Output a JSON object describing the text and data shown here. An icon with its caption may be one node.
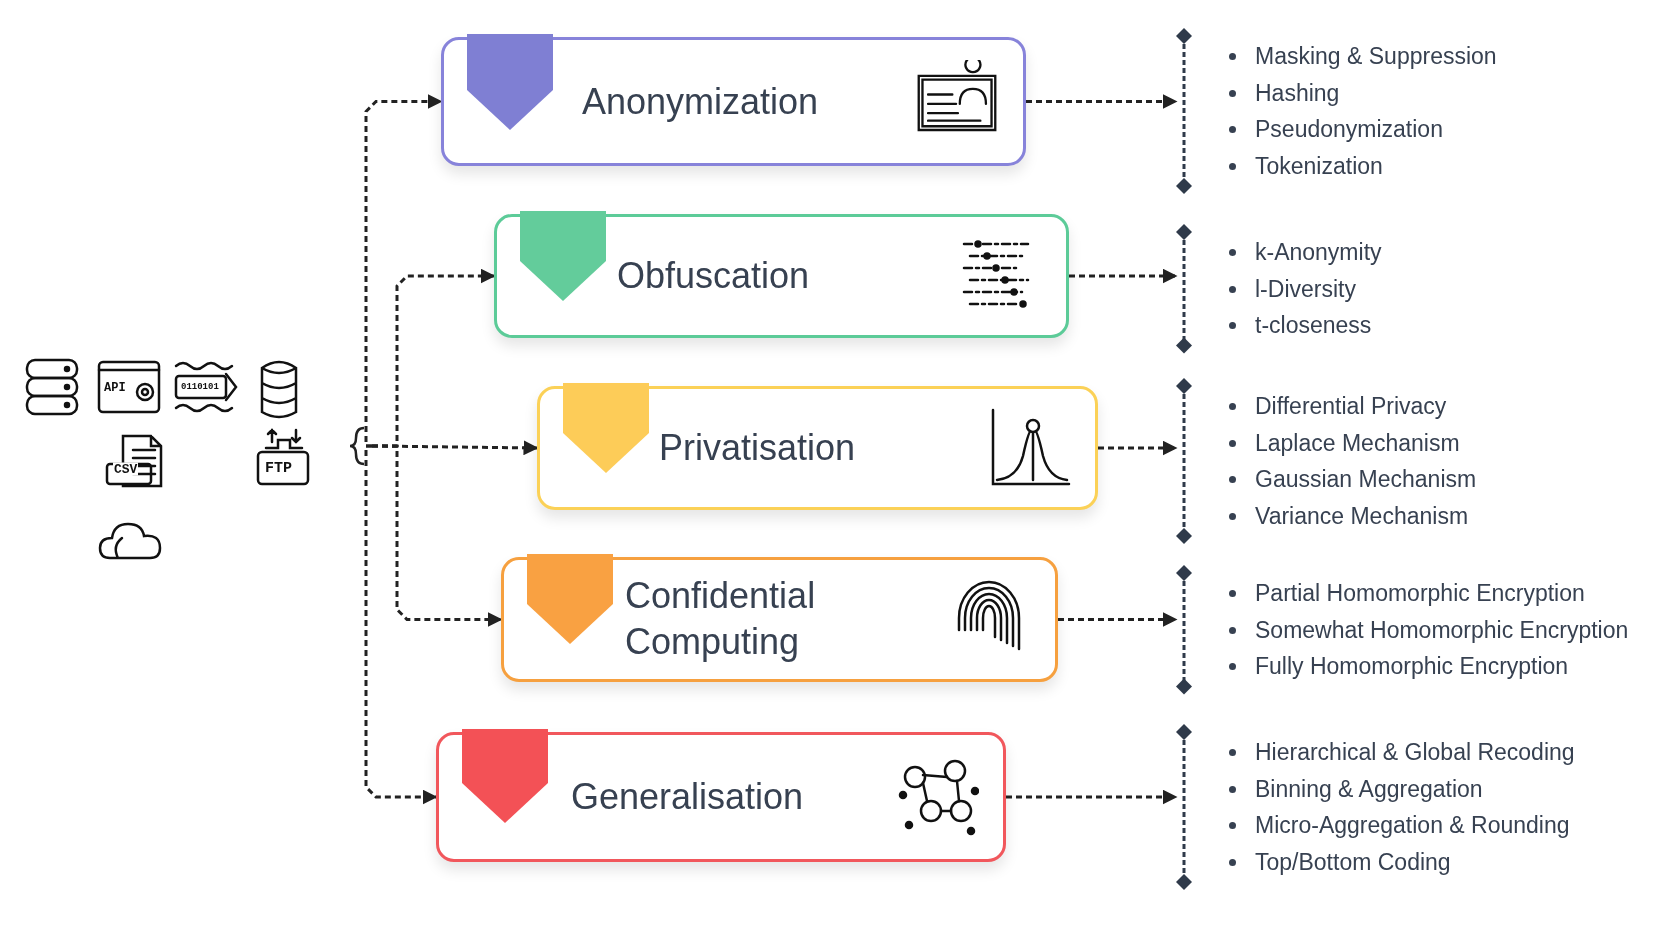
{
  "diagram": {
    "nodes": [
      {
        "text": [
          "Anonymization"
        ]
      },
      {
        "text": [
          "Masking & Suppression",
          "Hashing",
          "Pseudonymization",
          "Tokenization"
        ]
      },
      {
        "text": [
          "Obfuscation"
        ]
      },
      {
        "text": [
          "k-Anonymity",
          "l-Diversity",
          "t-closeness"
        ]
      },
      {
        "text": [
          "Privatisation"
        ]
      },
      {
        "text": [
          "Differential Privacy",
          "Laplace Mechanism",
          "Gaussian Mechanism",
          "Variance Mechanism"
        ]
      },
      {
        "text": [
          "Confidential Computing"
        ]
      },
      {
        "text": [
          "Partial Homomorphic Encryption",
          "Somewhat Homomorphic Encryption",
          "Fully Homomorphic Encryption"
        ]
      },
      {
        "text": [
          "Generalisation"
        ]
      },
      {
        "text": [
          "Hierarchical & Global Recoding",
          "Binning & Aggregation",
          "Micro-Aggregation & Rounding",
          "Top/Bottom Coding"
        ]
      },
      {
        "text": [],
        "shape": "ribbon",
        "in": 0
      },
      {
        "text": [],
        "shape": "ribbon",
        "in": 2
      },
      {
        "text": [],
        "shape": "ribbon",
        "in": 4
      },
      {
        "text": [],
        "shape": "ribbon",
        "in": 6
      },
      {
        "text": [],
        "shape": "ribbon",
        "in": 8
      }
    ],
    "edges": [
      {
        "from": null,
        "to": 0,
        "arrow": "to",
        "style": "dashed"
      },
      {
        "from": null,
        "to": 2,
        "arrow": "to",
        "style": "dashed"
      },
      {
        "from": null,
        "to": 4,
        "arrow": "to",
        "style": "dashed"
      },
      {
        "from": null,
        "to": 6,
        "arrow": "to",
        "style": "dashed"
      },
      {
        "from": null,
        "to": 8,
        "arrow": "to",
        "style": "dashed"
      },
      {
        "from": 0,
        "to": 1,
        "arrow": "to",
        "style": "dashed"
      },
      {
        "from": 2,
        "to": 3,
        "arrow": "to",
        "style": "dashed"
      },
      {
        "from": 4,
        "to": 5,
        "arrow": "to",
        "style": "dashed"
      },
      {
        "from": 6,
        "to": 7,
        "arrow": "to",
        "style": "dashed"
      },
      {
        "from": 8,
        "to": 9,
        "arrow": "to",
        "style": "dashed"
      }
    ],
    "labels": [
      "0110101",
      "API",
      "CSV",
      "FTP"
    ]
  }
}
